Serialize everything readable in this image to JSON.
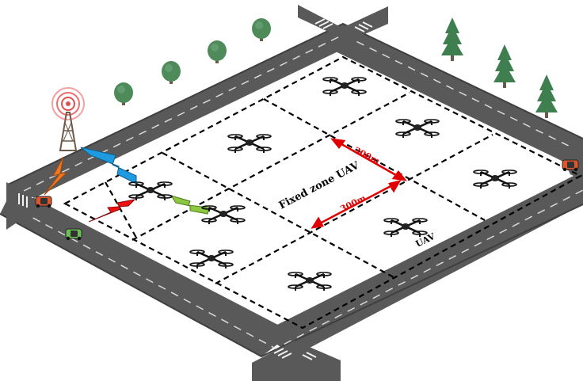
{
  "labels": {
    "zone": "Fixed zone UAV",
    "uav": "UAV",
    "dim_top": "300m",
    "dim_bottom": "300m"
  },
  "colors": {
    "road": "#595959",
    "road_edge": "#3f3f3f",
    "lane_mark": "#d9d9d9",
    "crosswalk": "#f2f2f2",
    "grid_line": "#000000",
    "dimension": "#e00000",
    "signal_orange": "#f07820",
    "signal_blue": "#1e9be0",
    "signal_red": "#ee1111",
    "signal_green": "#8dc63f",
    "tree_round": "#4f8a5b",
    "tree_pine": "#3f7f4f",
    "tower": "#6b5a4a",
    "tower_rings": "#e05050"
  },
  "icons": [
    "cell-tower-icon",
    "uav-icon",
    "car-icon",
    "tree-icon",
    "pine-tree-icon",
    "lightning-signal-icon"
  ]
}
